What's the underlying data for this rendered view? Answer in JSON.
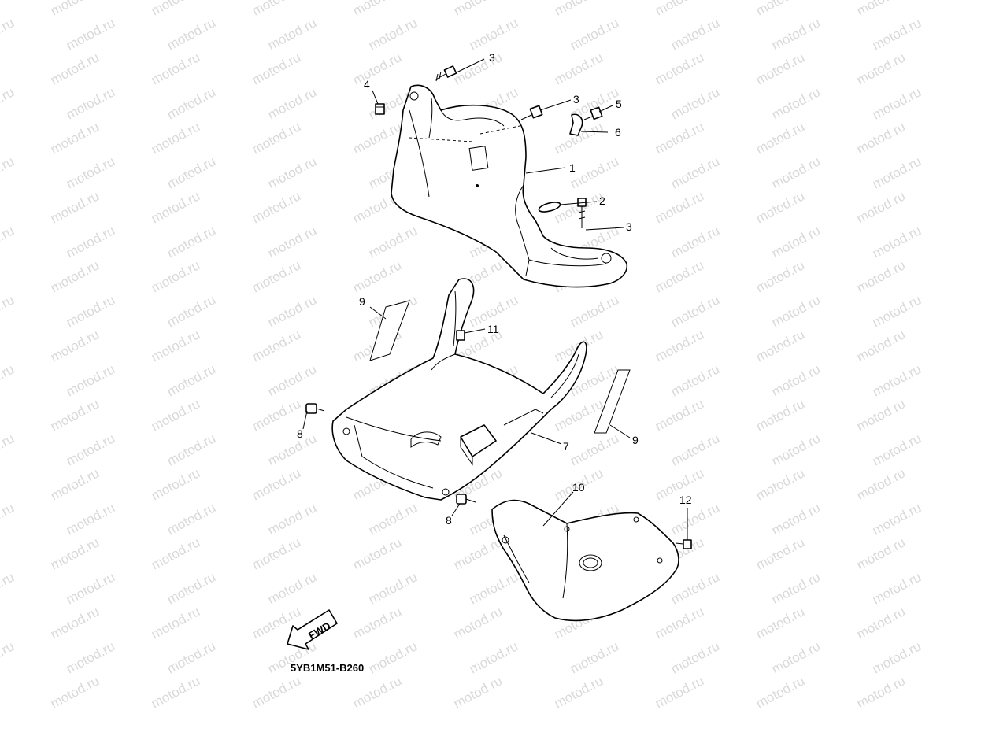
{
  "watermark": {
    "text": "motod.ru"
  },
  "diagram_code": "5YB1M51-B260",
  "fwd_label": "FWD",
  "callouts": [
    {
      "key": "c1",
      "number": "1"
    },
    {
      "key": "c2",
      "number": "2"
    },
    {
      "key": "c3a",
      "number": "3"
    },
    {
      "key": "c3b",
      "number": "3"
    },
    {
      "key": "c3c",
      "number": "3"
    },
    {
      "key": "c4",
      "number": "4"
    },
    {
      "key": "c5",
      "number": "5"
    },
    {
      "key": "c6",
      "number": "6"
    },
    {
      "key": "c7",
      "number": "7"
    },
    {
      "key": "c8a",
      "number": "8"
    },
    {
      "key": "c8b",
      "number": "8"
    },
    {
      "key": "c9a",
      "number": "9"
    },
    {
      "key": "c9b",
      "number": "9"
    },
    {
      "key": "c10",
      "number": "10"
    },
    {
      "key": "c11",
      "number": "11"
    },
    {
      "key": "c12",
      "number": "12"
    }
  ]
}
